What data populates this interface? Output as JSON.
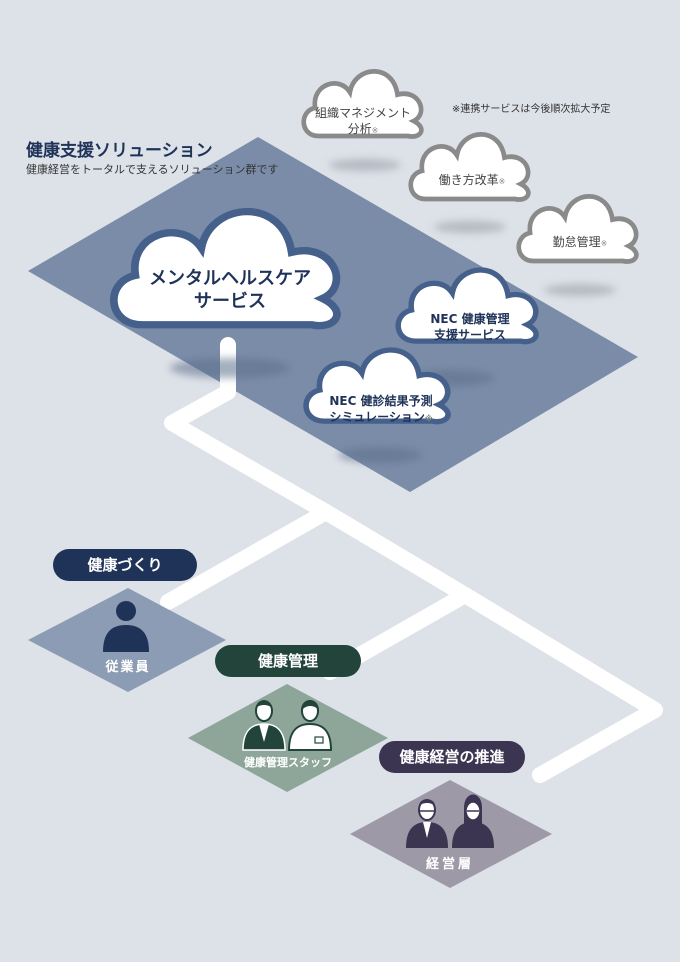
{
  "header": {
    "title": "健康支援ソリューション",
    "subtitle": "健康経営をトータルで支えるソリューション群です"
  },
  "note": "※連携サービスは今後順次拡大予定",
  "clouds": {
    "mental": {
      "line1": "メンタルヘルスケア",
      "line2": "サービス"
    },
    "nec_support": {
      "line1": "NEC 健康管理",
      "line2": "支援サービス"
    },
    "nec_predict": {
      "line1": "NEC 健診結果予測",
      "line2": "シミュレーション",
      "mark": "※"
    },
    "org": {
      "line1": "組織マネジメント",
      "line2": "分析",
      "mark": "※"
    },
    "workstyle": {
      "line1": "働き方改革",
      "mark": "※"
    },
    "attendance": {
      "line1": "勤怠管理",
      "mark": "※"
    }
  },
  "roles": [
    {
      "pill": "健康づくり",
      "label": "従業員"
    },
    {
      "pill": "健康管理",
      "label": "健康管理スタッフ"
    },
    {
      "pill": "健康経営の推進",
      "label": "経営層"
    }
  ],
  "colors": {
    "platform": "#7a8ca8",
    "cloud_border_blue": "#44608b",
    "cloud_border_grey": "#8a8a8a",
    "employee_tile": "#8c9cb4",
    "staff_tile": "#8ea69a",
    "exec_tile": "#9e99a6",
    "pill_employee": "#1f3358",
    "pill_staff": "#22443a",
    "pill_exec": "#3c3552",
    "path": "#ffffff"
  }
}
